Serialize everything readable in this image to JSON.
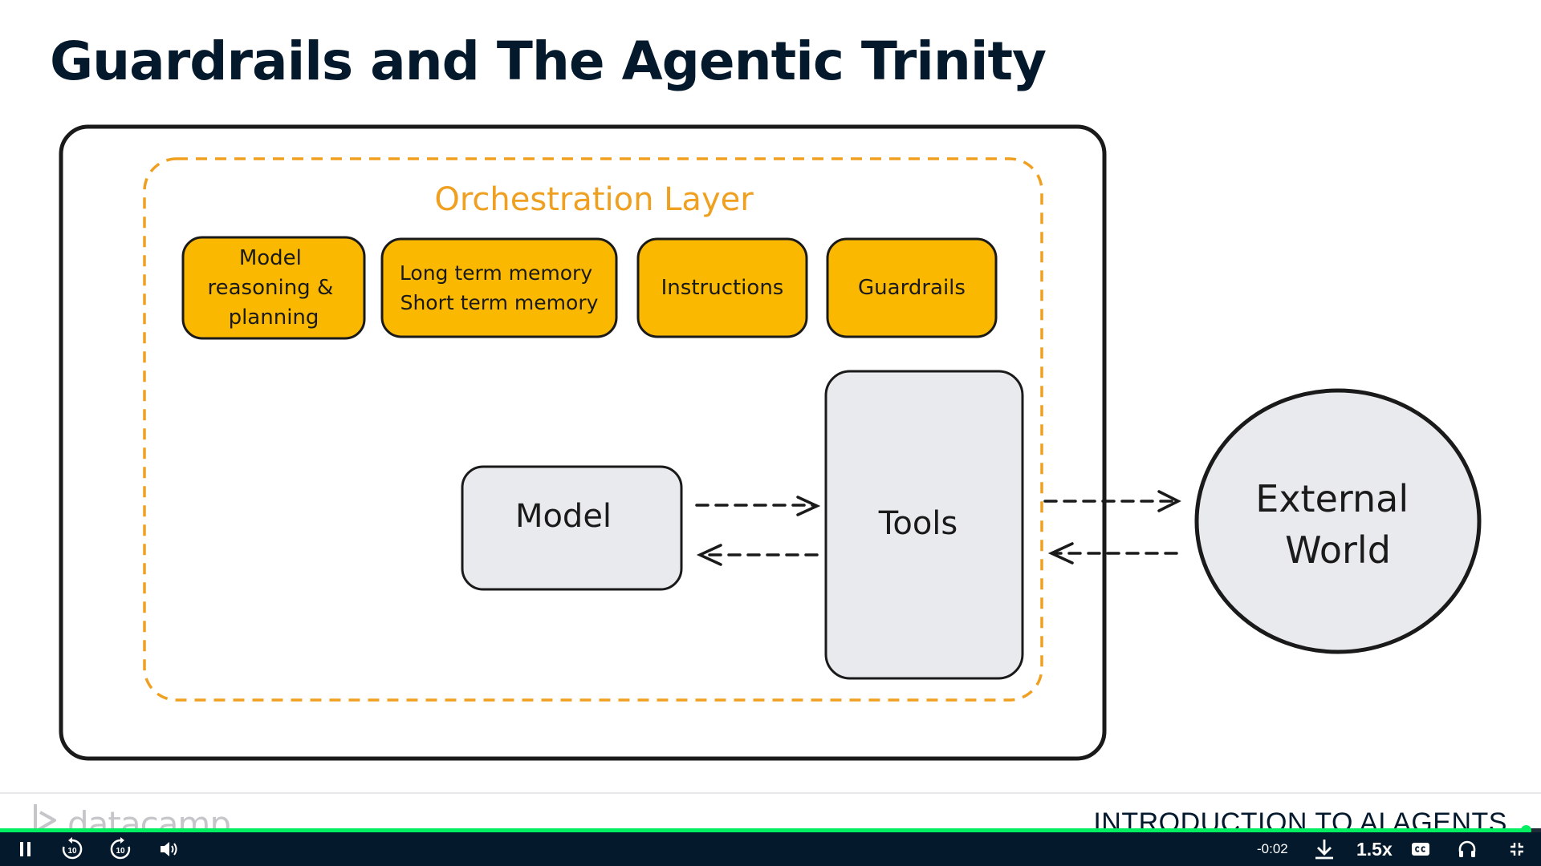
{
  "slide": {
    "title": "Guardrails and The Agentic Trinity"
  },
  "diagram": {
    "orchestration_label": "Orchestration Layer",
    "components": [
      {
        "lines": [
          "Model",
          "reasoning &",
          "planning"
        ]
      },
      {
        "lines": [
          "Long term memory",
          "Short term memory"
        ]
      },
      {
        "lines": [
          "Instructions"
        ]
      },
      {
        "lines": [
          "Guardrails"
        ]
      }
    ],
    "model_label": "Model",
    "tools_label": "Tools",
    "external_world_lines": [
      "External",
      "World"
    ],
    "colors": {
      "orange_accent": "#f0a020",
      "component_fill": "#fbb800",
      "gray_fill": "#e8eaed",
      "ink": "#1a1a1a"
    }
  },
  "footer": {
    "logo_text": "datacamp",
    "course_name": "INTRODUCTION TO AI AGENTS"
  },
  "player": {
    "time_remaining": "-0:02",
    "speed": "1.5x",
    "progress": 0.99,
    "rewind_seconds": "10",
    "forward_seconds": "10",
    "icons": [
      "pause-icon",
      "rewind-10-icon",
      "forward-10-icon",
      "volume-icon",
      "download-icon",
      "captions-icon",
      "headphones-icon",
      "exit-fullscreen-icon"
    ],
    "accent": "#03ef62",
    "background": "#05192d"
  }
}
